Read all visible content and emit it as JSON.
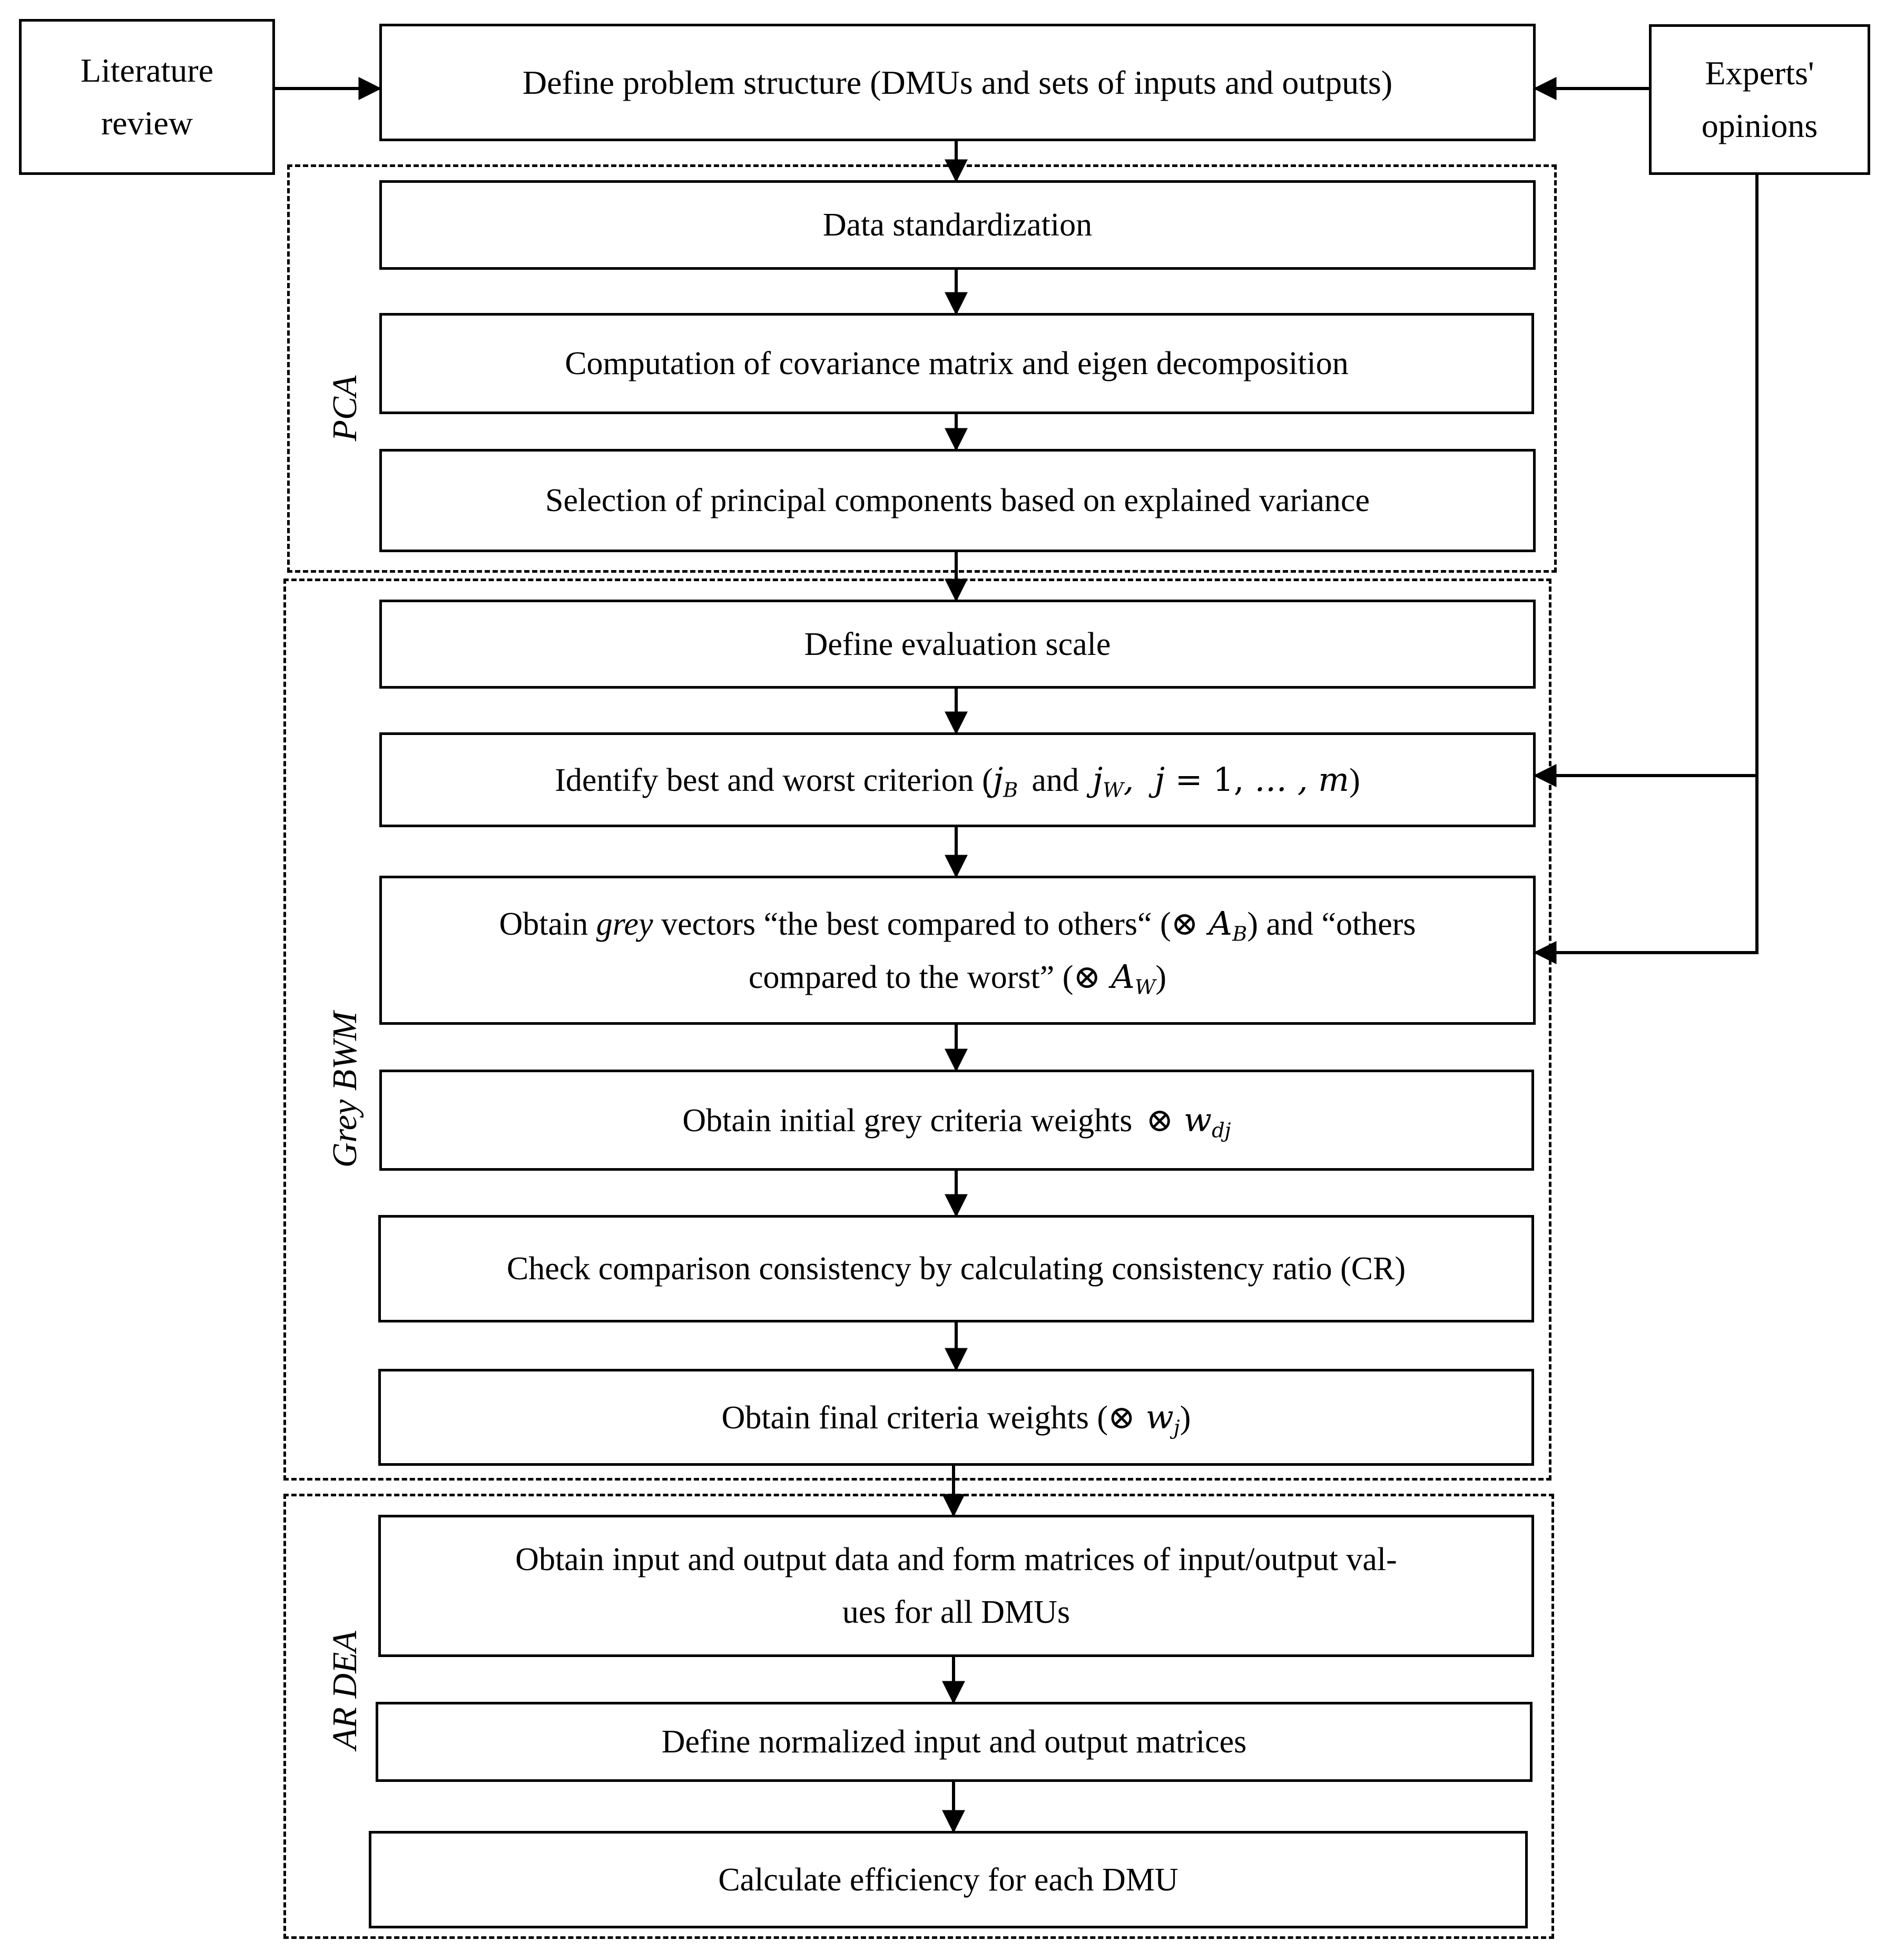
{
  "sources": {
    "literature": [
      "Literature",
      "review"
    ],
    "experts": [
      "Experts'",
      "opinions"
    ]
  },
  "steps": {
    "define_structure": "Define problem structure (DMUs and sets of inputs and outputs)",
    "standardization": "Data standardization",
    "covariance": "Computation of covariance matrix and eigen decomposition",
    "selection": "Selection of principal components based on explained variance",
    "evaluation_scale": "Define evaluation scale",
    "identify_prefix": "Identify best and worst criterion (",
    "identify_and": "and",
    "identify_suffix": ")",
    "grey_line1_a": "Obtain ",
    "grey_line1_b": "grey",
    "grey_line1_c": " vectors “the best compared to others“ (",
    "grey_line1_d": ") and “others",
    "grey_line2_a": "compared to the worst” (",
    "grey_line2_b": ")",
    "initial_weights": "Obtain initial grey criteria weights",
    "consistency": "Check comparison consistency by calculating consistency ratio (CR)",
    "final_weights_a": "Obtain final criteria weights (",
    "final_weights_b": ")",
    "io_line1": "Obtain input and output data and form matrices of input/output val-",
    "io_line2": "ues for all DMUs",
    "normalized": "Define normalized input and output matrices",
    "efficiency": "Calculate efficiency for each DMU"
  },
  "groups": {
    "pca": "PCA",
    "bwm": "Grey BWM",
    "dea": "AR DEA"
  }
}
